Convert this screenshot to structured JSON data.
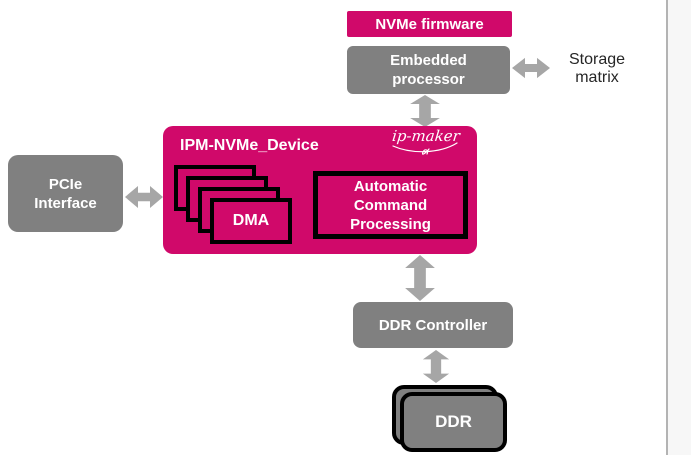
{
  "page": {
    "background": "#ffffff",
    "side_panel_color": "#f7f7f7",
    "side_panel_border": "#b3b3b3"
  },
  "colors": {
    "brand_magenta": "#d0096a",
    "box_gray": "#808080",
    "arrow_gray": "#a6a6a6",
    "border_black": "#000000",
    "text_white": "#ffffff",
    "text_dark": "#262626"
  },
  "diagram": {
    "nvme_firmware_label": "NVMe firmware",
    "embedded_processor_label": "Embedded processor",
    "storage_matrix_label": "Storage matrix",
    "pcie_interface_label": "PCIe Interface",
    "device_title": "IPM-NVMe_Device",
    "logo_text": "ip-maker",
    "dma_label": "DMA",
    "acp_label": "Automatic Command Processing",
    "ddr_controller_label": "DDR Controller",
    "ddr_label": "DDR"
  }
}
